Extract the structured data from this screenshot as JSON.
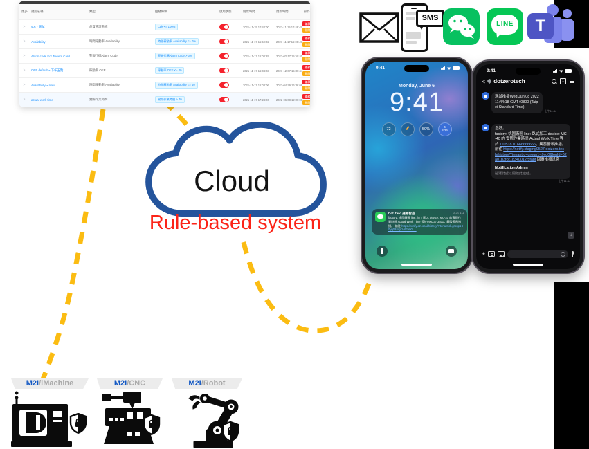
{
  "rules_table": {
    "expand_glyph": ">",
    "columns": {
      "expand": "更多",
      "name": "規則名稱",
      "type": "類型",
      "condition": "推播條件",
      "enabled": "啟用狀態",
      "created": "創建時間",
      "updated": "更新時間",
      "actions": "操作"
    },
    "actions": {
      "edit": "編輯",
      "delete": "刪除"
    },
    "rows": [
      {
        "name": "spc - 測試",
        "type": "品質管理系統",
        "condition": "Cpk <= 100%",
        "enabled": "on",
        "created": "2021-11-15 10:44:00",
        "updated": "2021-11-15 10:48:45"
      },
      {
        "name": "Availability",
        "type": "時間稼動率 Availability",
        "condition": "時間稼動率 Availability <= 0%",
        "enabled": "on",
        "created": "2021-11-17 15:59:02",
        "updated": "2021-11-17 16:00:45"
      },
      {
        "name": "Alarm code For Towers Card",
        "type": "警報代碼Alarm Code",
        "condition": "警報代碼Alarm Code > 0%",
        "enabled": "on",
        "created": "2021-11-17 16:00:29",
        "updated": "2022-02-17 15:50:40"
      },
      {
        "name": "OEE default ~ 下午五點",
        "type": "稼動率 OEE",
        "condition": "稼動率 OEE <= 40",
        "enabled": "on",
        "created": "2021-11-17 16:04:23",
        "updated": "2021-12-07 15:30:44"
      },
      {
        "name": "Availability ~ new",
        "type": "時間稼動率 Availability",
        "condition": "時間稼動率 Availability <= 40",
        "enabled": "on",
        "created": "2021-11-17 16:08:06",
        "updated": "2022-04-29 16:36:06"
      },
      {
        "name": "actual work time",
        "type": "實際作業時間",
        "condition": "實際作業時間 > 40",
        "enabled": "on",
        "created": "2021-11-17 17:24:26",
        "updated": "2022-06-08 12:00:06"
      }
    ]
  },
  "channels": {
    "sms_label": "SMS",
    "line_label": "LINE",
    "teams_letter": "T"
  },
  "cloud": {
    "title": "Cloud",
    "subtitle": "Rule-based system"
  },
  "lock_phone": {
    "status_time": "9:41",
    "date": "Monday, June 6",
    "clock": "9:41",
    "widget_temp": "72",
    "widget_battery": "50%",
    "widget_event_day": "4",
    "widget_event_time": "8:26",
    "notification": {
      "app": "Dot Zero 通易智造",
      "time": "9:41 AM",
      "body": "factory: 桃園廠區 line: 加工區01 device: MC-31 的實際作業時間 Actual Work Time 等於996337.3811，觸發警示推播。",
      "goto": "前往 ",
      "link": "https://notify.dz.local/history/? tenantid=group1-t0yq0&logid=62a00f ..."
    }
  },
  "chat_phone": {
    "status_time": "9:41",
    "back_glyph": "<",
    "contact": "dotzerotech",
    "badge_one": "1",
    "msg1": {
      "text": "測試推播Wed Jun 08 2022 11:44:18 GMT+0800 (Taipei Standard Time)",
      "time": "上午11:44"
    },
    "msg2": {
      "greeting": "您好，",
      "body": " factory: 桃園廠區 line: 臥式加工 device: MC-40 的 實際作業時間 Actual Work Time 等於 ",
      "value_link": "110518.01666666666",
      "body2": "，觸發警示推播。",
      "goto": "前往 ",
      "url": "https://notify.staging9527.dotzero.tech/history/?tenantId=group1-t0yq0&logId=62a01b3fcc18340012f5fabf",
      "body3": " 回覆推播訊息",
      "sender": "Notification Admin",
      "hint": "點選此處以開啟此連結。",
      "time": "上午11:44",
      "scroll_glyph": "↓"
    },
    "input_plus": "+"
  },
  "machines": [
    {
      "brand": "M2I",
      "suffix": "/iMachine"
    },
    {
      "brand": "M2I",
      "suffix": "/CNC"
    },
    {
      "brand": "M2I",
      "suffix": "/Robot"
    }
  ]
}
